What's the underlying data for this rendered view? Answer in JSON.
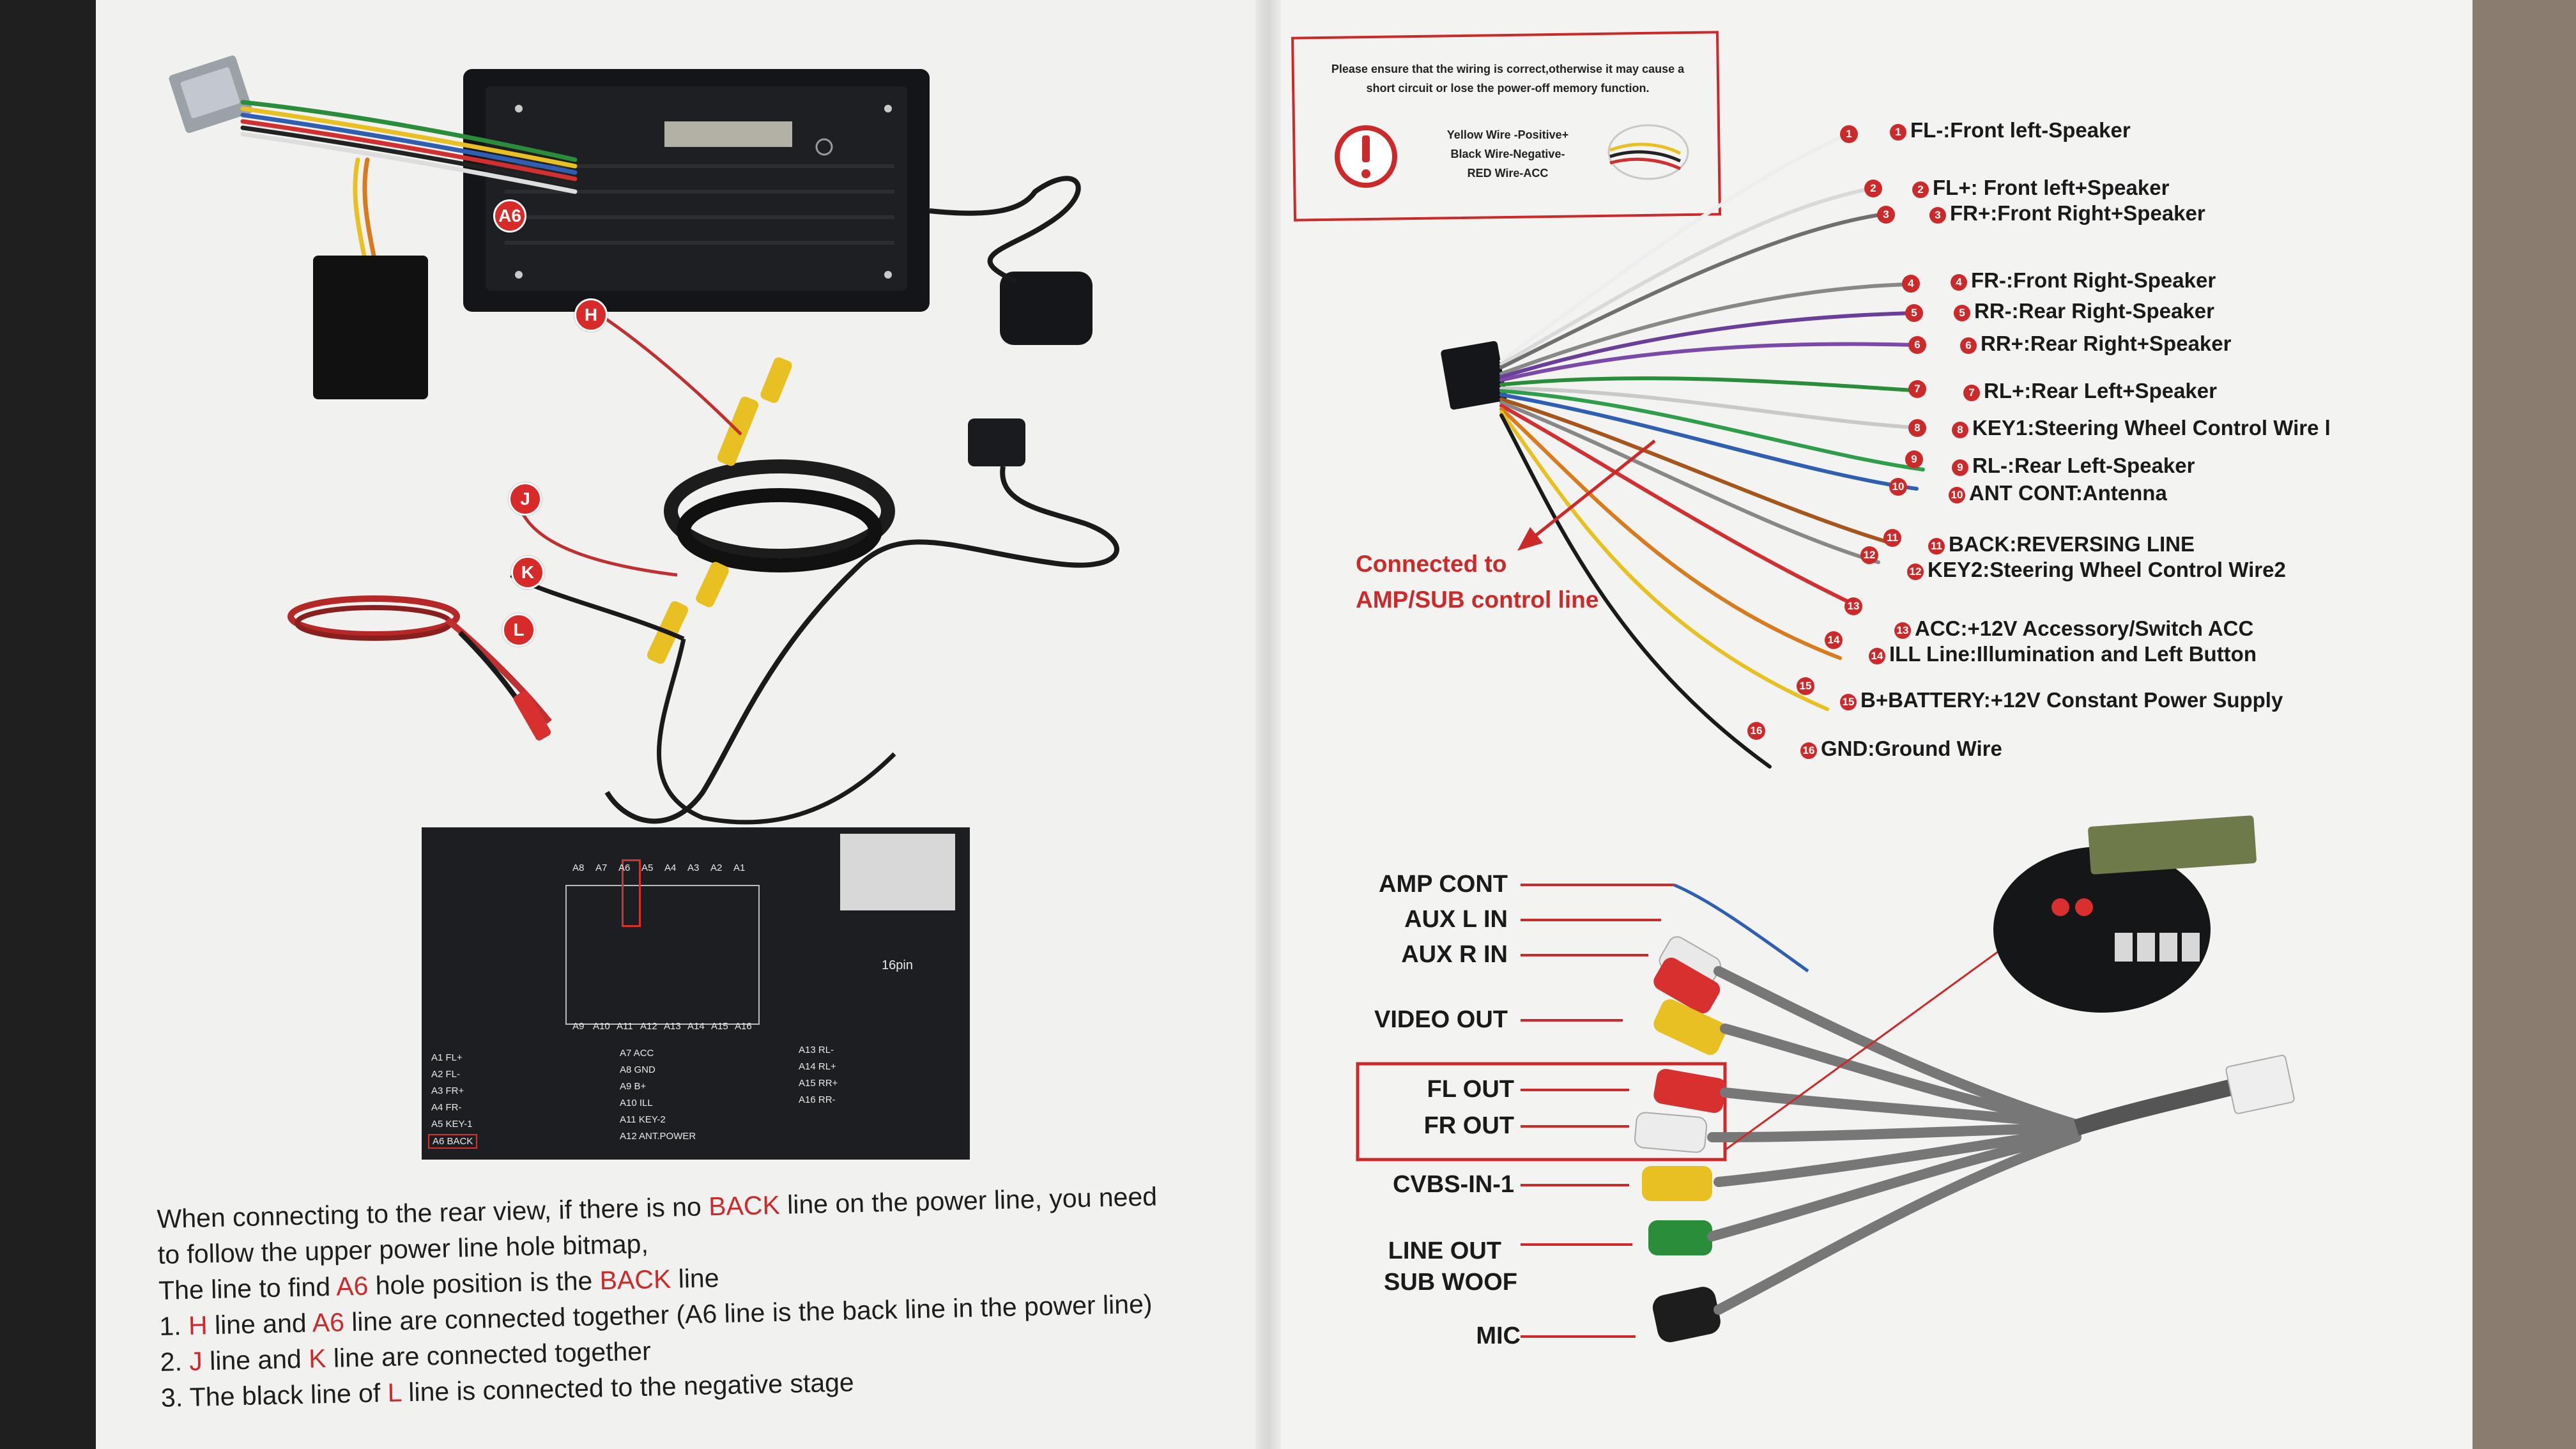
{
  "colors": {
    "accent_red": "#cc2a2a",
    "text": "#1a1a1a",
    "paper": "#f1f1ef"
  },
  "left_page": {
    "callouts": {
      "a6": "A6",
      "h": "H",
      "j": "J",
      "k": "K",
      "l": "L"
    },
    "pin_diagram": {
      "top_row": [
        "A8",
        "A7",
        "A6",
        "A5",
        "A4",
        "A3",
        "A2",
        "A1"
      ],
      "bottom_row": [
        "A9",
        "A10",
        "A11",
        "A12",
        "A13",
        "A14",
        "A15",
        "A16"
      ],
      "connector_label": "16pin",
      "pin_list": {
        "col1": [
          "A1  FL+",
          "A2  FL-",
          "A3  FR+",
          "A4  FR-",
          "A5  KEY-1",
          "A6  BACK"
        ],
        "col2": [
          "A7  ACC",
          "A8  GND",
          "A9  B+",
          "A10 ILL",
          "A11 KEY-2",
          "A12 ANT.POWER"
        ],
        "col3": [
          "A13 RL-",
          "A14 RL+",
          "A15 RR+",
          "A16 RR-"
        ]
      }
    },
    "instructions": {
      "line1_a": "When connecting to the rear view, if there is no ",
      "line1_b": "BACK",
      "line1_c": " line on the power line, you need",
      "line2": " to follow the upper power line hole bitmap,",
      "line3_a": "The line to find ",
      "line3_b": "A6",
      "line3_c": " hole position is the ",
      "line3_d": "BACK",
      "line3_e": " line",
      "line4_a": "1. ",
      "line4_b": "H",
      "line4_c": " line and ",
      "line4_d": "A6",
      "line4_e": " line are connected together (A6 line is the back line in the power line)",
      "line5_a": "2. ",
      "line5_b": "J",
      "line5_c": " line and ",
      "line5_d": "K",
      "line5_e": " line are connected together",
      "line6_a": "3. The black line of ",
      "line6_b": "L",
      "line6_c": " line is connected to the negative stage"
    }
  },
  "right_page": {
    "warning": {
      "line1": "Please ensure that the  wiring is  correct,otherwise it may cause a",
      "line2": "short circuit or lose the power-off memory function.",
      "yellow": "Yellow Wire -Positive+",
      "black": "Black  Wire-Negative-",
      "red": "RED Wire-ACC",
      "icon": "exclamation-icon"
    },
    "amp_note": {
      "line1": "Connected to",
      "line2": "AMP/SUB control line"
    },
    "wires": [
      {
        "num": "1",
        "label": "FL-:Front left-Speaker"
      },
      {
        "num": "2",
        "label": "FL+:  Front left+Speaker"
      },
      {
        "num": "3",
        "label": "FR+:Front Right+Speaker"
      },
      {
        "num": "4",
        "label": "FR-:Front Right-Speaker"
      },
      {
        "num": "5",
        "label": "RR-:Rear Right-Speaker"
      },
      {
        "num": "6",
        "label": "RR+:Rear Right+Speaker"
      },
      {
        "num": "7",
        "label": "RL+:Rear Left+Speaker"
      },
      {
        "num": "8",
        "label": "KEY1:Steering Wheel Control Wire l"
      },
      {
        "num": "9",
        "label": "RL-:Rear Left-Speaker"
      },
      {
        "num": "10",
        "label": "ANT CONT:Antenna"
      },
      {
        "num": "11",
        "label": "BACK:REVERSING LINE"
      },
      {
        "num": "12",
        "label": "KEY2:Steering Wheel Control Wire2"
      },
      {
        "num": "13",
        "label": "ACC:+12V Accessory/Switch ACC"
      },
      {
        "num": "14",
        "label": "ILL Line:Illumination and Left Button"
      },
      {
        "num": "15",
        "label": "B+BATTERY:+12V Constant Power Supply"
      },
      {
        "num": "16",
        "label": "GND:Ground Wire"
      }
    ],
    "rca_labels": [
      "AMP CONT",
      "AUX L IN",
      "AUX R IN",
      "VIDEO OUT",
      "FL OUT",
      "FR OUT",
      "CVBS-IN-1",
      "LINE OUT",
      "SUB WOOF",
      "MIC"
    ]
  }
}
